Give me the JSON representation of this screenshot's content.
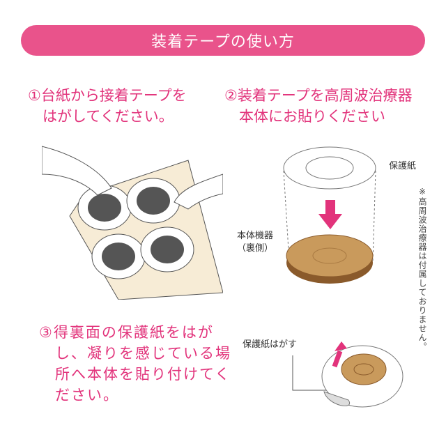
{
  "header": {
    "title": "装着テープの使い方"
  },
  "steps": [
    {
      "text": "①台紙から接着テープを\n　はがしてください。"
    },
    {
      "text": "②装着テープを高周波治療器\n　本体にお貼りください"
    },
    {
      "text": "③得裏面の保護紙をはが\n　し、凝りを感じている場\n　所へ本体を貼り付けてく\n　ださい。"
    }
  ],
  "labels": {
    "protective_paper": "保護紙",
    "device_back": "本体機器\n（裏側）",
    "peel_paper": "保護紙はがす"
  },
  "note": "※高周波治療器は付属しておりません。",
  "colors": {
    "accent": "#e9538b",
    "text": "#e2337b"
  }
}
